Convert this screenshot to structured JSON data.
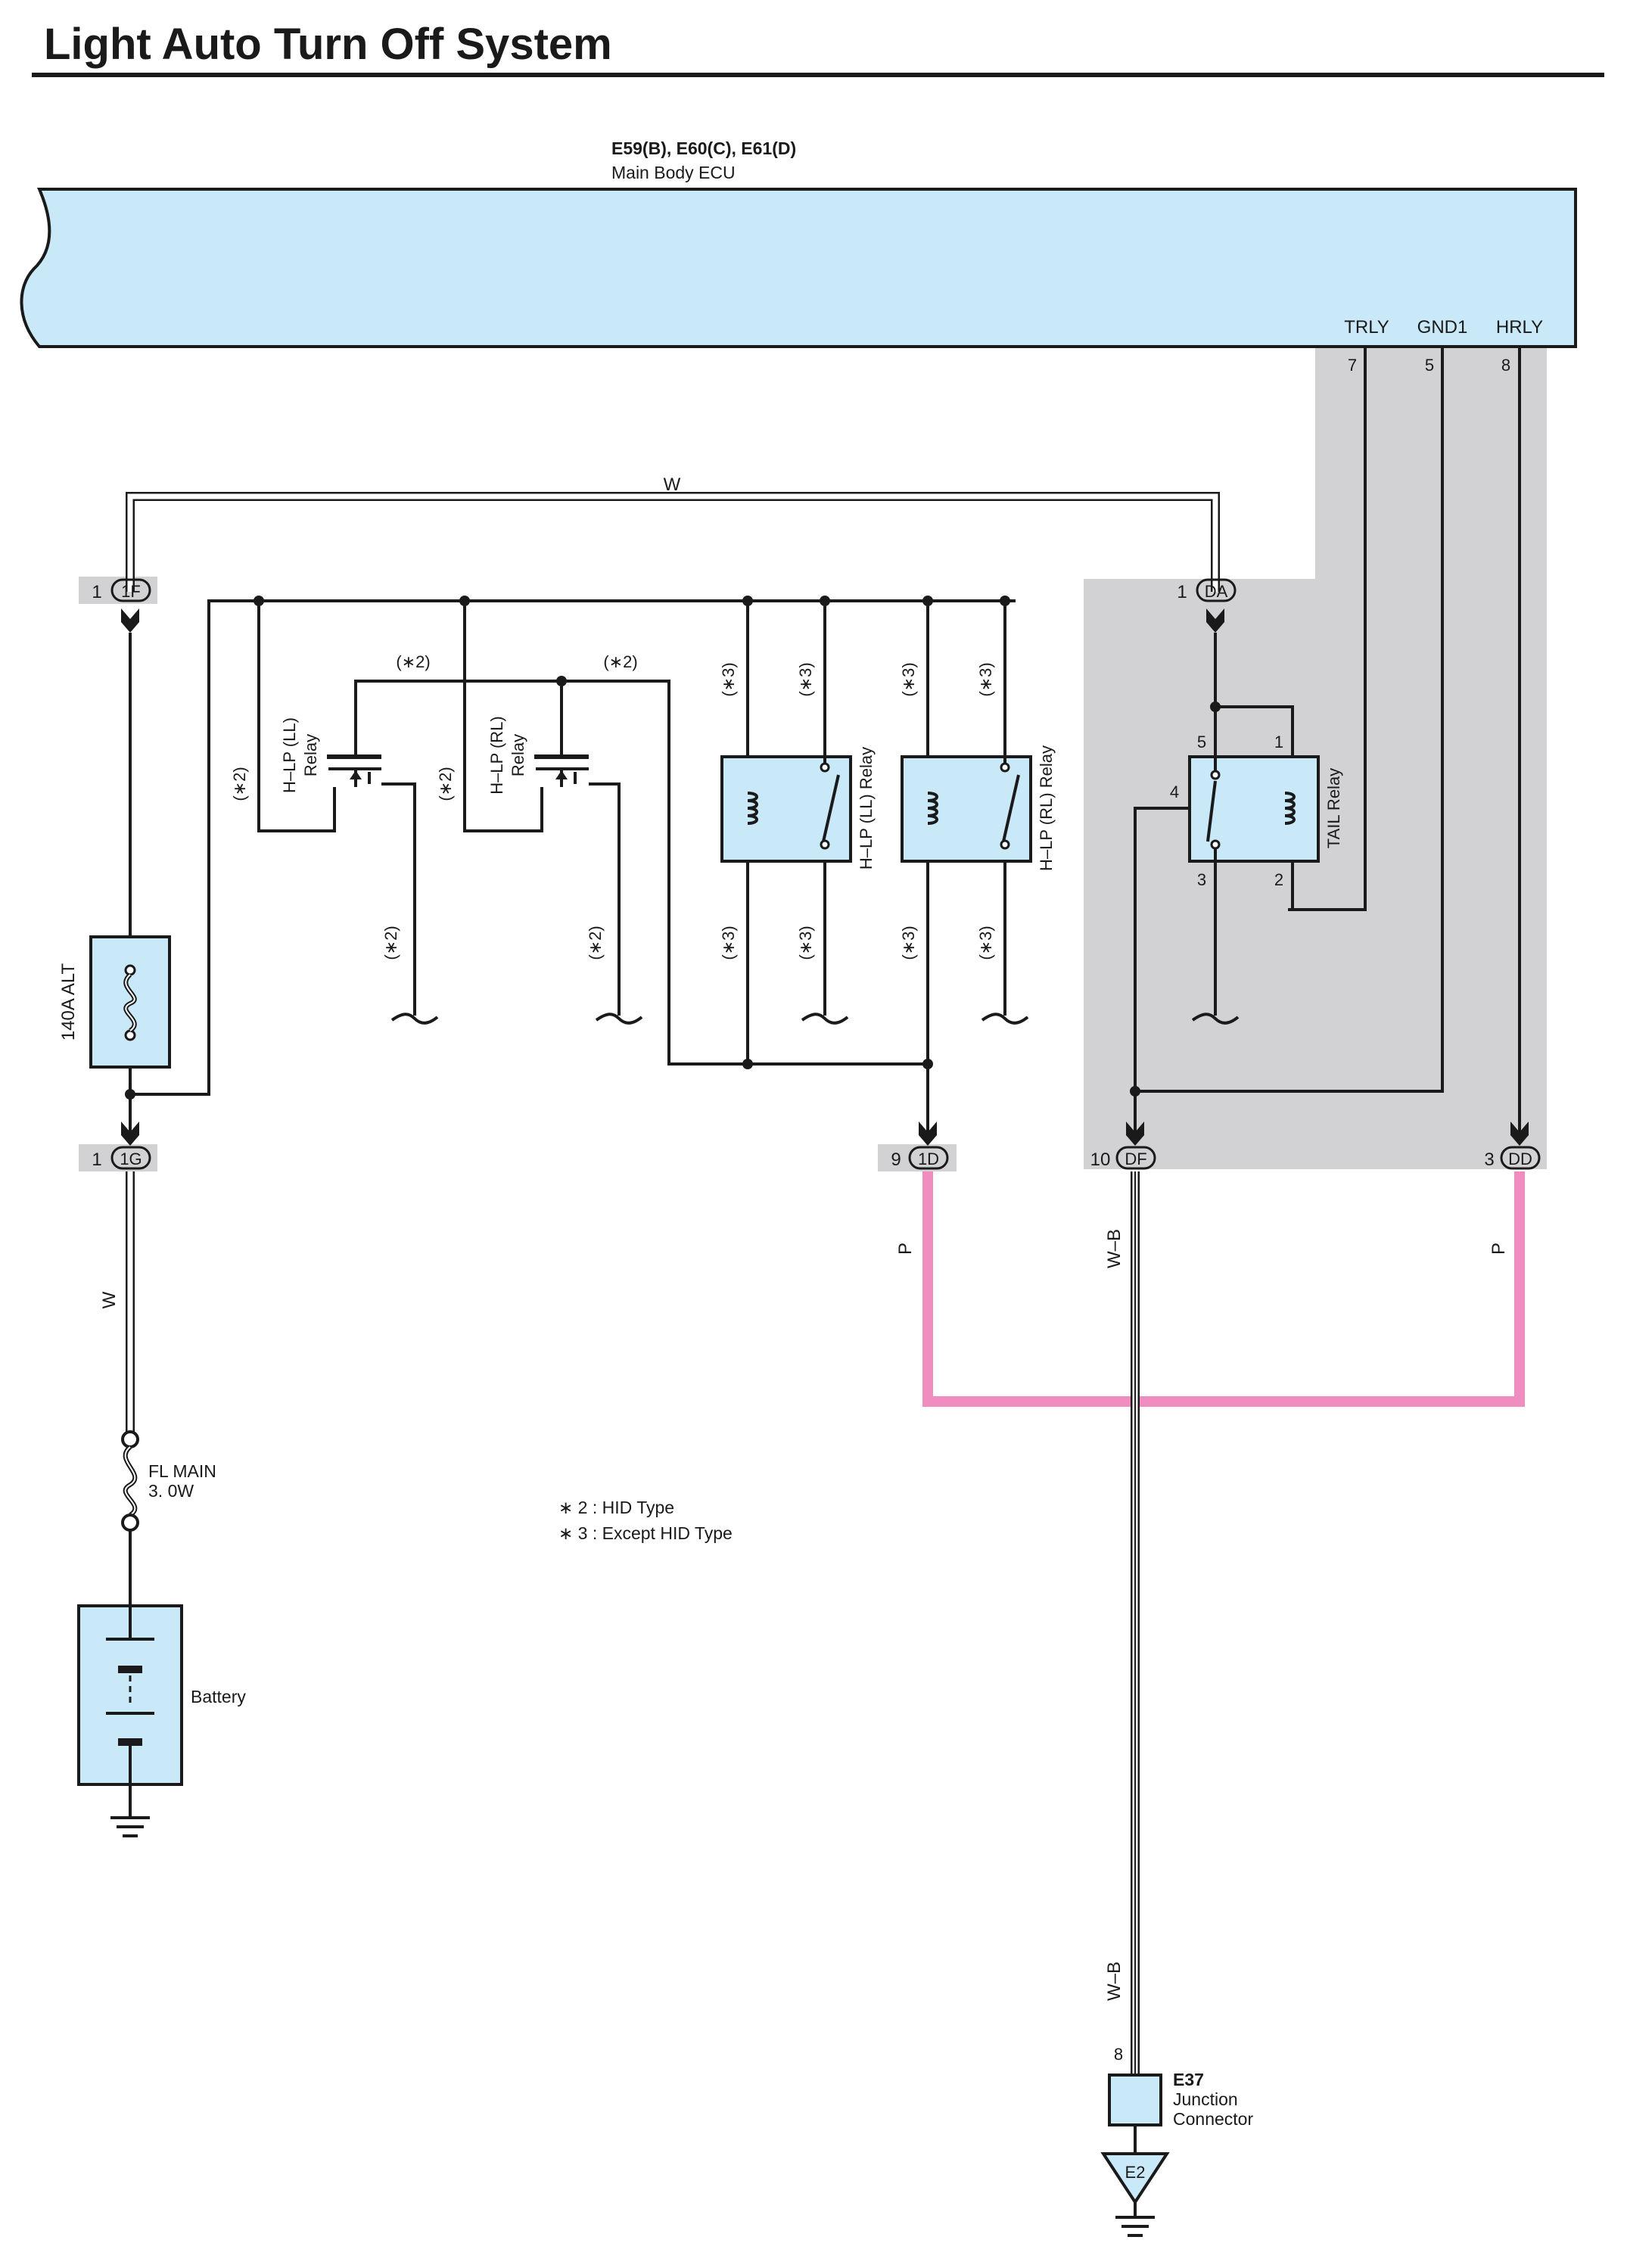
{
  "title": "Light Auto Turn Off System",
  "ecu": {
    "code": "E59(B), E60(C), E61(D)",
    "name": "Main Body ECU"
  },
  "ecu_pins": [
    {
      "name": "TRLY",
      "num": "7"
    },
    {
      "name": "GND1",
      "num": "5"
    },
    {
      "name": "HRLY",
      "num": "8"
    }
  ],
  "connectors": {
    "c1F": {
      "pin": "1",
      "id": "1F"
    },
    "cDA": {
      "pin": "1",
      "id": "DA"
    },
    "c1G": {
      "pin": "1",
      "id": "1G"
    },
    "c1D": {
      "pin": "9",
      "id": "1D"
    },
    "cDF": {
      "pin": "10",
      "id": "DF"
    },
    "cDD": {
      "pin": "3",
      "id": "DD"
    }
  },
  "wire_colors": {
    "top": "W",
    "alt_to_fl": "W",
    "to_1d": "P",
    "ground_upper": "W–B",
    "ground_lower": "W–B",
    "to_dd": "P"
  },
  "components": {
    "alt_fuse": "140A ALT",
    "fl_main": [
      "FL MAIN",
      "3. 0W"
    ],
    "battery": "Battery",
    "hlp_ll_hid": [
      "H–LP (LL)",
      "Relay"
    ],
    "hlp_rl_hid": [
      "H–LP (RL)",
      "Relay"
    ],
    "hlp_ll_relay": "H–LP (LL) Relay",
    "hlp_rl_relay": "H–LP (RL) Relay",
    "tail_relay": "TAIL Relay",
    "tail_pins": [
      "5",
      "1",
      "4",
      "3",
      "2"
    ],
    "junction": {
      "code": "E37",
      "name": [
        "Junction",
        "Connector"
      ],
      "pin": "8"
    },
    "ground_e2": "E2"
  },
  "variant_tags": {
    "hid": "(∗2)",
    "non_hid": "(∗3)"
  },
  "notes": [
    "∗ 2 : HID Type",
    "∗ 3 : Except HID Type"
  ],
  "colors": {
    "component_fill": "#c9e8f8",
    "pink_wire": "#f08cbf",
    "shade": "#d2d2d4"
  }
}
